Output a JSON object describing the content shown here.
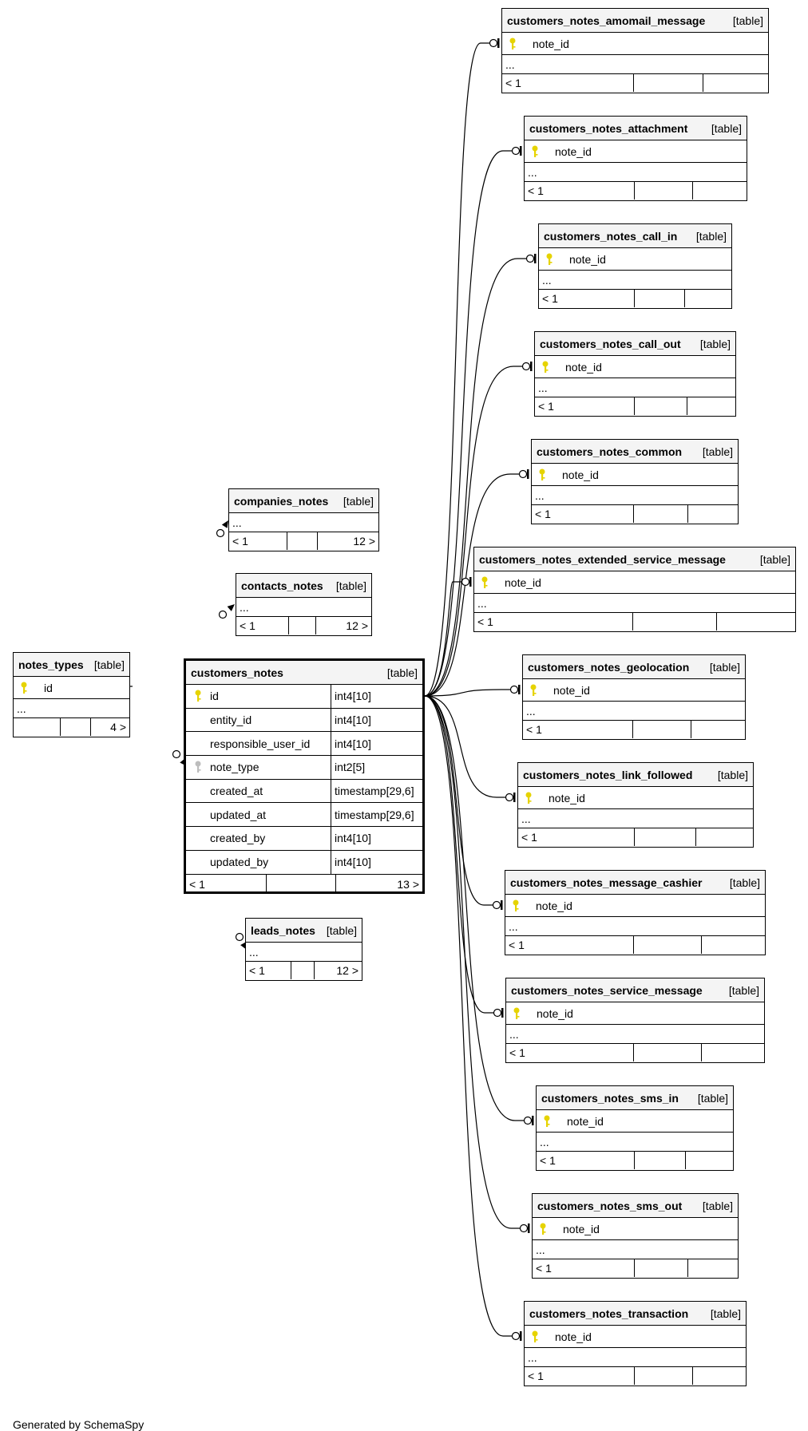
{
  "footer_text": "Generated by SchemaSpy",
  "kind_label": "[table]",
  "ellipsis": "...",
  "main_table": {
    "name": "customers_notes",
    "columns": [
      {
        "name": "id",
        "type": "int4[10]",
        "key": "primary"
      },
      {
        "name": "entity_id",
        "type": "int4[10]",
        "key": ""
      },
      {
        "name": "responsible_user_id",
        "type": "int4[10]",
        "key": ""
      },
      {
        "name": "note_type",
        "type": "int2[5]",
        "key": "foreign"
      },
      {
        "name": "created_at",
        "type": "timestamp[29,6]",
        "key": ""
      },
      {
        "name": "updated_at",
        "type": "timestamp[29,6]",
        "key": ""
      },
      {
        "name": "created_by",
        "type": "int4[10]",
        "key": ""
      },
      {
        "name": "updated_by",
        "type": "int4[10]",
        "key": ""
      }
    ],
    "footer": [
      "< 1",
      "",
      "13 >"
    ]
  },
  "notes_types": {
    "name": "notes_types",
    "column": "id",
    "footer": [
      "",
      "",
      "4 >"
    ]
  },
  "left_tables": [
    {
      "name": "companies_notes",
      "footer": [
        "< 1",
        "",
        "12 >"
      ]
    },
    {
      "name": "contacts_notes",
      "footer": [
        "< 1",
        "",
        "12 >"
      ]
    },
    {
      "name": "leads_notes",
      "footer": [
        "< 1",
        "",
        "12 >"
      ]
    }
  ],
  "child_tables": [
    {
      "name": "customers_notes_amomail_message",
      "column": "note_id",
      "footer": [
        "< 1",
        "",
        ""
      ]
    },
    {
      "name": "customers_notes_attachment",
      "column": "note_id",
      "footer": [
        "< 1",
        "",
        ""
      ]
    },
    {
      "name": "customers_notes_call_in",
      "column": "note_id",
      "footer": [
        "< 1",
        "",
        ""
      ]
    },
    {
      "name": "customers_notes_call_out",
      "column": "note_id",
      "footer": [
        "< 1",
        "",
        ""
      ]
    },
    {
      "name": "customers_notes_common",
      "column": "note_id",
      "footer": [
        "< 1",
        "",
        ""
      ]
    },
    {
      "name": "customers_notes_extended_service_message",
      "column": "note_id",
      "footer": [
        "< 1",
        "",
        ""
      ]
    },
    {
      "name": "customers_notes_geolocation",
      "column": "note_id",
      "footer": [
        "< 1",
        "",
        ""
      ]
    },
    {
      "name": "customers_notes_link_followed",
      "column": "note_id",
      "footer": [
        "< 1",
        "",
        ""
      ]
    },
    {
      "name": "customers_notes_message_cashier",
      "column": "note_id",
      "footer": [
        "< 1",
        "",
        ""
      ]
    },
    {
      "name": "customers_notes_service_message",
      "column": "note_id",
      "footer": [
        "< 1",
        "",
        ""
      ]
    },
    {
      "name": "customers_notes_sms_in",
      "column": "note_id",
      "footer": [
        "< 1",
        "",
        ""
      ]
    },
    {
      "name": "customers_notes_sms_out",
      "column": "note_id",
      "footer": [
        "< 1",
        "",
        ""
      ]
    },
    {
      "name": "customers_notes_transaction",
      "column": "note_id",
      "footer": [
        "< 1",
        "",
        ""
      ]
    }
  ],
  "colors": {
    "primary_key": "#e6d300",
    "foreign_key": "#bdbdbd",
    "header_bg": "#f4f4f4"
  }
}
